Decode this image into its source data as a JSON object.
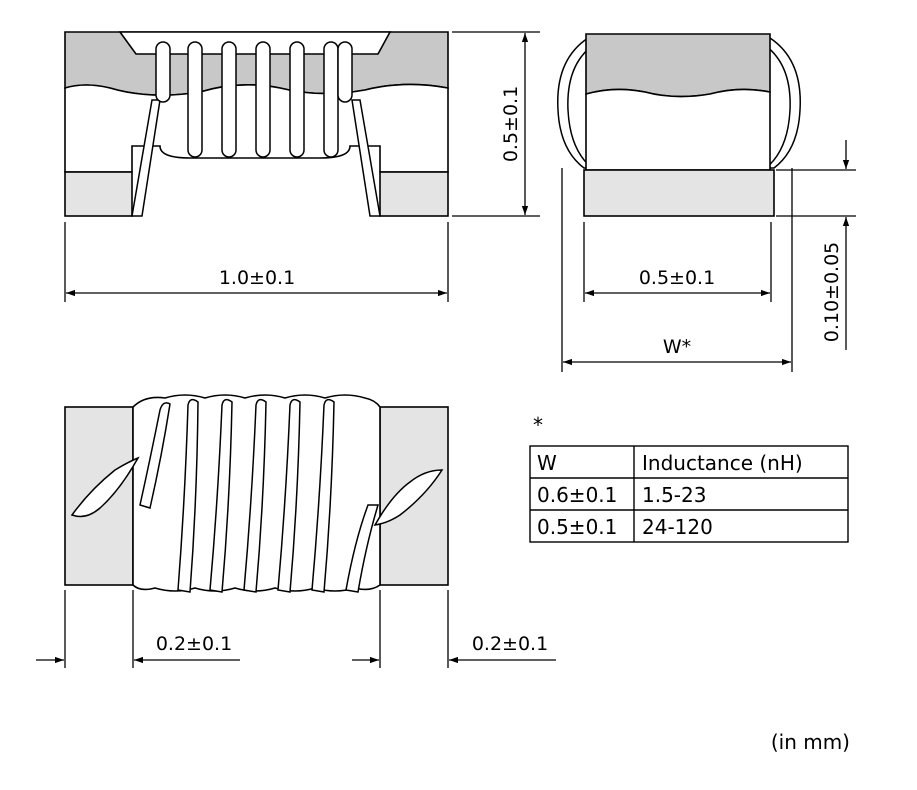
{
  "colors": {
    "body_fill": "#c8c8c8",
    "terminal_fill": "#e4e4e4",
    "line": "#000000",
    "background": "#ffffff"
  },
  "dimensions": {
    "top_length": "1.0±0.1",
    "top_height": "0.5±0.1",
    "end_width": "0.5±0.1",
    "end_terminal_height": "0.10±0.05",
    "end_total_width": "W*",
    "bottom_left_terminal": "0.2±0.1",
    "bottom_right_terminal": "0.2±0.1"
  },
  "table": {
    "footnote_mark": "*",
    "headers": [
      "W",
      "Inductance (nH)"
    ],
    "rows": [
      [
        "0.6±0.1",
        "1.5-23"
      ],
      [
        "0.5±0.1",
        "24-120"
      ]
    ]
  },
  "units_note": "(in mm)"
}
